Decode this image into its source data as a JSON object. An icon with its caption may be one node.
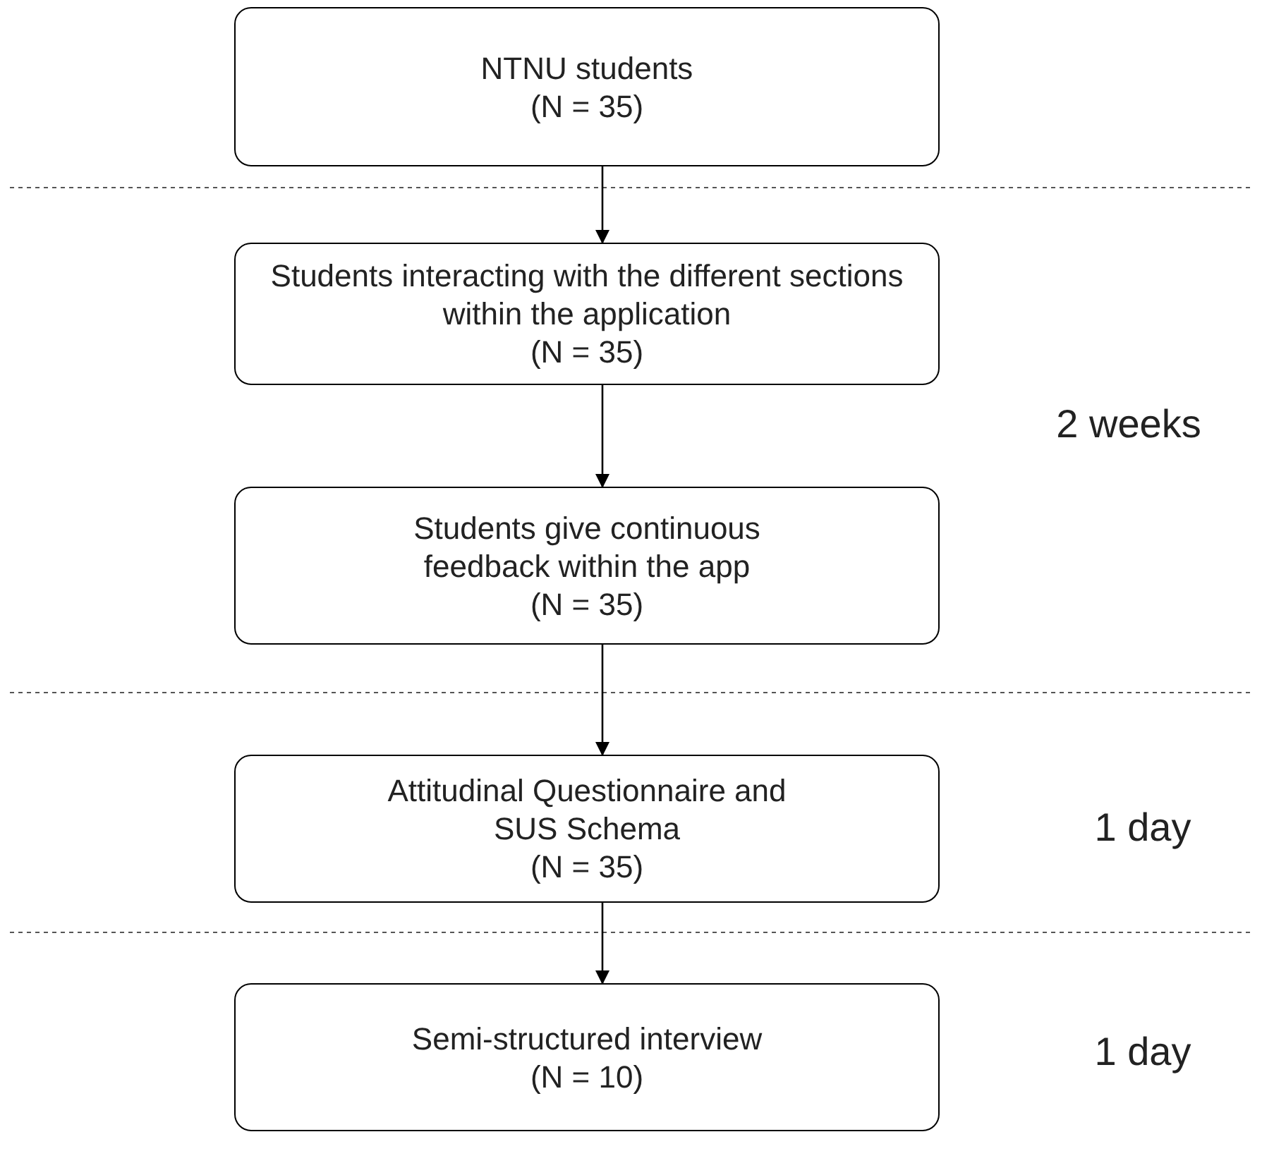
{
  "diagram": {
    "nodes": [
      {
        "text": [
          "NTNU students",
          "(N = 35)"
        ]
      },
      {
        "text": [
          "Students interacting with the different sections within the application",
          "(N = 35)"
        ]
      },
      {
        "text": [
          "Students give continuous feedback within the app",
          "(N = 35)"
        ]
      },
      {
        "text": [
          "Attitudinal Questionnaire and SUS Schema",
          "(N = 35)"
        ]
      },
      {
        "text": [
          "Semi-structured interview",
          "(N = 10)"
        ]
      }
    ],
    "edges": [
      {
        "from": 0,
        "to": 1,
        "arrow": "to"
      },
      {
        "from": 1,
        "to": 2,
        "arrow": "to"
      },
      {
        "from": 2,
        "to": 3,
        "arrow": "to"
      },
      {
        "from": 3,
        "to": 4,
        "arrow": "to"
      }
    ],
    "labels": [
      "2 weeks",
      "1 day",
      "1 day"
    ]
  }
}
